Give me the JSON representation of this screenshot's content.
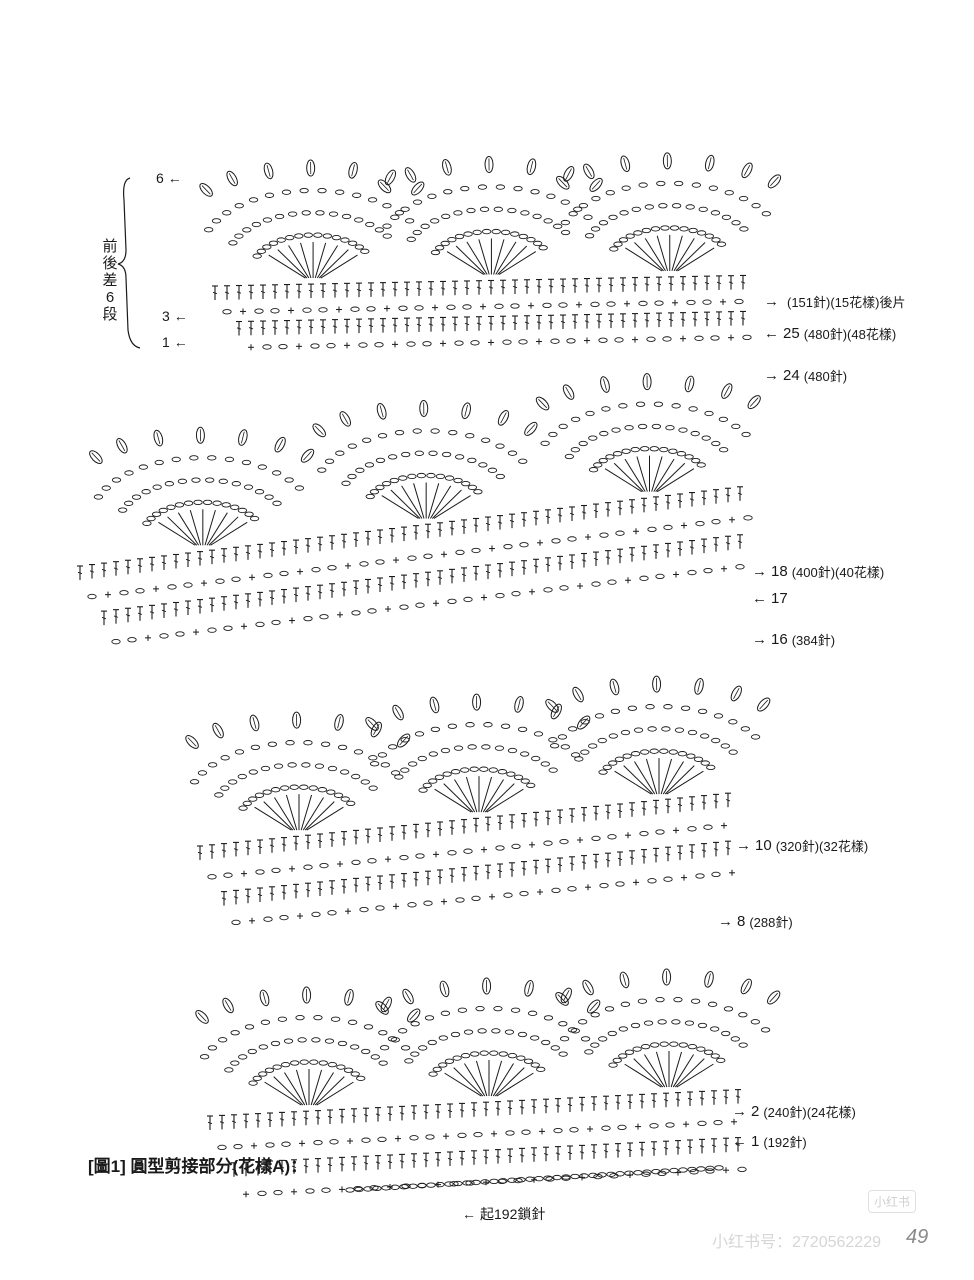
{
  "figure": {
    "title": "[圖1] 圓型剪接部分(花樣A)：",
    "side_note": "前後差6段",
    "start_note": "起192鎖針",
    "start_arrow": "←"
  },
  "left_marks": [
    {
      "num": "6",
      "arrow": "←"
    },
    {
      "num": "3",
      "arrow": "←"
    },
    {
      "num": "1",
      "arrow": "←"
    }
  ],
  "row_labels": [
    {
      "arrow": "→",
      "num": "",
      "note": "(151針)(15花樣)後片"
    },
    {
      "arrow": "←",
      "num": "25",
      "note": "(480針)(48花樣)"
    },
    {
      "arrow": "→",
      "num": "24",
      "note": "(480針)"
    },
    {
      "arrow": "→",
      "num": "18",
      "note": "(400針)(40花樣)"
    },
    {
      "arrow": "←",
      "num": "17",
      "note": ""
    },
    {
      "arrow": "→",
      "num": "16",
      "note": "(384針)"
    },
    {
      "arrow": "→",
      "num": "10",
      "note": "(320針)(32花樣)"
    },
    {
      "arrow": "→",
      "num": "8",
      "note": "(288針)"
    },
    {
      "arrow": "→",
      "num": "2",
      "note": "(240針)(24花樣)"
    },
    {
      "arrow": "←",
      "num": "1",
      "note": "(192針)"
    }
  ],
  "watermark": {
    "tag": "小红书",
    "id": "小红书号：2720562229"
  },
  "page_number": "49",
  "colors": {
    "ink": "#1a1a1a",
    "paper": "#ffffff",
    "watermark": "#d6d6d6"
  }
}
